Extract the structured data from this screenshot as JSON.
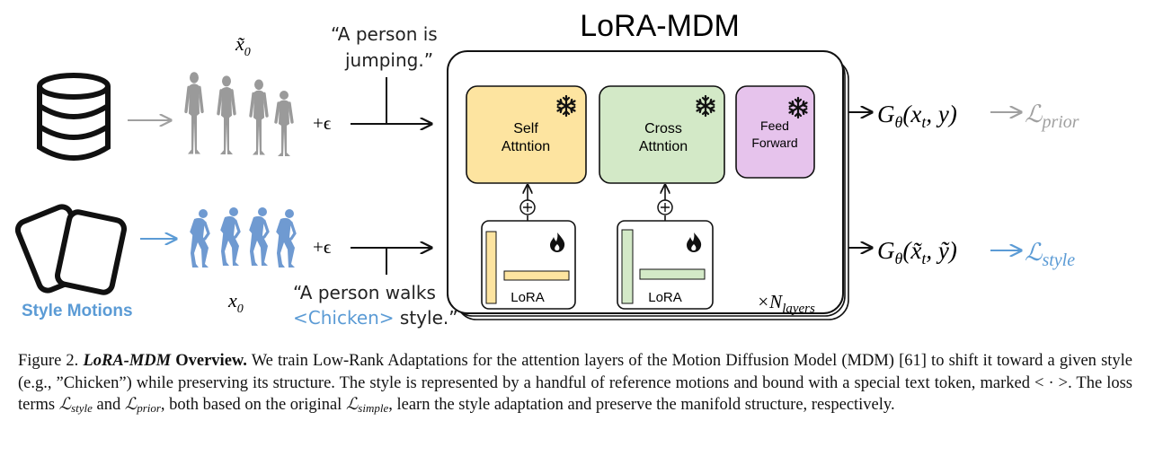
{
  "title": "LoRA-MDM",
  "data_top": {
    "label": "x̃",
    "label_sub": "0",
    "noise": "+ϵ",
    "prompt_line1": "“A person is",
    "prompt_line2": "jumping.”"
  },
  "data_bottom": {
    "group_label": "Style Motions",
    "label": "x",
    "label_sub": "0",
    "noise": "+ϵ",
    "prompt_line1": "“A person walks",
    "prompt_token": "<Chicken>",
    "prompt_rest": " style.”"
  },
  "blocks": {
    "self_attention": [
      "Self",
      "Attntion"
    ],
    "cross_attention": [
      "Cross",
      "Attntion"
    ],
    "feed_forward": [
      "Feed",
      "Forward"
    ],
    "lora_1": "LoRA",
    "lora_2": "LoRA",
    "layers_prefix": "×N",
    "layers_sub": "layers"
  },
  "outputs": {
    "prior_lhs": "G",
    "prior_args": "(x",
    "prior_t": "t",
    "prior_y": ", y)",
    "prior_loss": "ℒ",
    "prior_loss_sub": "prior",
    "style_lhs": "G",
    "style_args": "(x̃",
    "style_t": "t",
    "style_y": ", ỹ)",
    "style_loss": "ℒ",
    "style_loss_sub": "style",
    "theta": "θ"
  },
  "colors": {
    "self_attention": "#fde4a0",
    "cross_attention": "#d3e9c7",
    "feed_forward": "#e6c3ec",
    "lora_self_bar": "#fde4a0",
    "lora_cross_bar": "#d3e9c7",
    "style_blue": "#5b9bd5",
    "prior_gray": "#a0a0a0",
    "top_figure_gray": "#9a9a9a",
    "bottom_figure_blue": "#6f9ad1"
  },
  "icons": {
    "database": "database-icon",
    "cards": "motion-cards-icon",
    "frozen": "snowflake-icon",
    "trainable": "flame-icon",
    "add": "circled-plus-icon"
  },
  "caption": {
    "fig_label": "Figure 2.",
    "fig_name": "LoRA-MDM",
    "fig_name_rest": "Overview.",
    "s1": "We train Low-Rank Adaptations for the attention layers of the Motion Diffusion Model (MDM) [61] to shift it toward a given style (e.g., ”Chicken”) while preserving its structure. The style is represented by a handful of reference motions and bound with a special text token, marked < · >. The loss terms ",
    "l_style": "ℒ",
    "l_style_sub": "style",
    "and": " and ",
    "l_prior": "ℒ",
    "l_prior_sub": "prior",
    "s2": ", both based on the original ",
    "l_simple": "ℒ",
    "l_simple_sub": "simple",
    "s3": ", learn the style adaptation and preserve the manifold structure, respectively."
  }
}
